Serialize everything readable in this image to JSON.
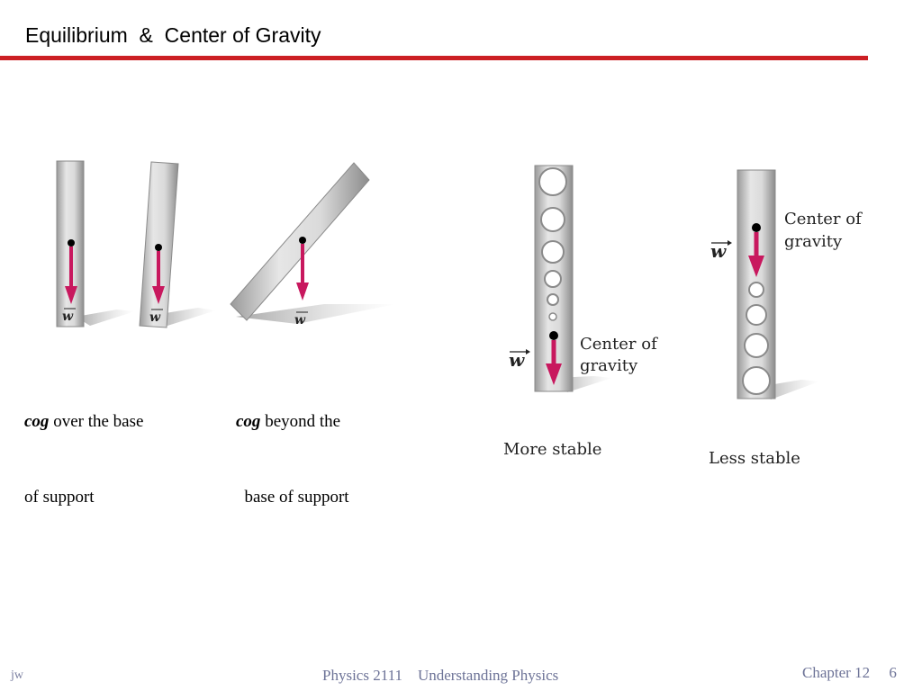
{
  "slide": {
    "title": "Equilibrium  &  Center of Gravity"
  },
  "captions": {
    "left": {
      "keyword": "cog",
      "line1_rest": " over the base",
      "line2": "of support"
    },
    "right": {
      "keyword": "cog",
      "line1_rest": " beyond the",
      "line2": "  base of support"
    }
  },
  "figure_labels": {
    "weight_symbol": "w",
    "center_of_gravity_line1": "Center of",
    "center_of_gravity_line2": "gravity",
    "more_stable": "More stable",
    "less_stable": "Less stable"
  },
  "footer": {
    "author": "jw",
    "course": "Physics 2111",
    "subject": "Understanding Physics",
    "chapter": "Chapter 12",
    "page": "6"
  },
  "colors": {
    "title_rule": "#cc1f24",
    "force_arrow": "#c8185e",
    "footer_text": "#6d7397"
  }
}
